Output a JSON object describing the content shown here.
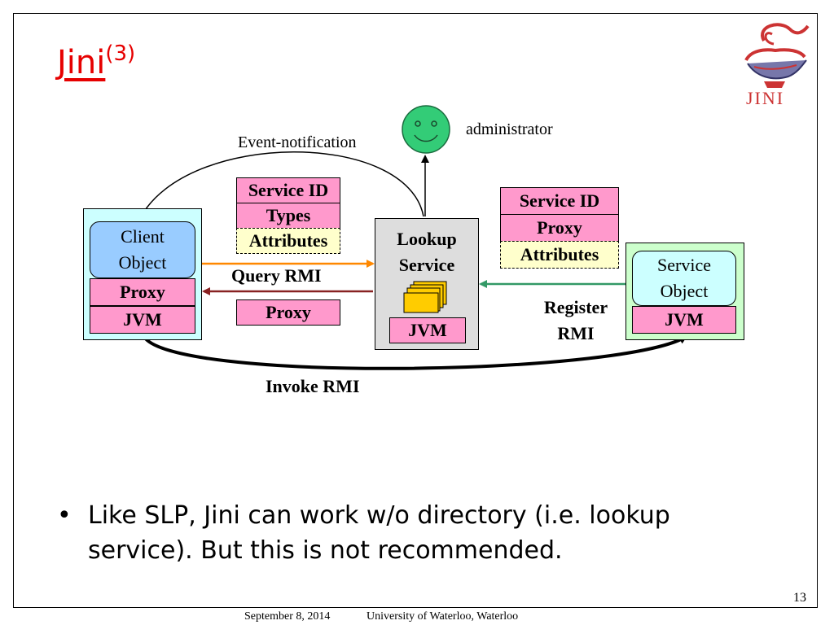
{
  "slide": {
    "title": "Jini",
    "title_superscript": "(3)",
    "page_number": "13",
    "logo_text": "JINI",
    "bullet": "Like SLP, Jini can work w/o directory (i.e. lookup service). But this is not recommended.",
    "footer_date": "September 8, 2014",
    "footer_org": "University of Waterloo, Waterloo"
  },
  "diagram": {
    "administrator": "administrator",
    "event_notification": "Event-notification",
    "client": {
      "line1": "Client",
      "line2": "Object",
      "proxy": "Proxy",
      "jvm": "JVM"
    },
    "query_template": {
      "service_id": "Service ID",
      "types": "Types",
      "attributes": "Attributes"
    },
    "query_rmi": "Query RMI",
    "returned_proxy": "Proxy",
    "lookup": {
      "line1": "Lookup",
      "line2": "Service",
      "jvm": "JVM"
    },
    "registration": {
      "service_id": "Service ID",
      "proxy": "Proxy",
      "attributes": "Attributes"
    },
    "register_rmi": {
      "line1": "Register",
      "line2": "RMI"
    },
    "service": {
      "line1": "Service",
      "line2": "Object",
      "jvm": "JVM"
    },
    "invoke_rmi": "Invoke RMI"
  },
  "colors": {
    "title": "#e60000",
    "client_panel": "#ccffff",
    "client_object": "#99ccff",
    "service_panel": "#ccffcc",
    "service_object": "#ccffff",
    "lookup_panel": "#dddddd",
    "pink": "#ff99cc",
    "yellow": "#ffffcc",
    "face": "#33cc77",
    "query_arrow": "#ff8800",
    "return_arrow": "#882222",
    "register_arrow": "#339966",
    "logo": "#cc3333"
  }
}
